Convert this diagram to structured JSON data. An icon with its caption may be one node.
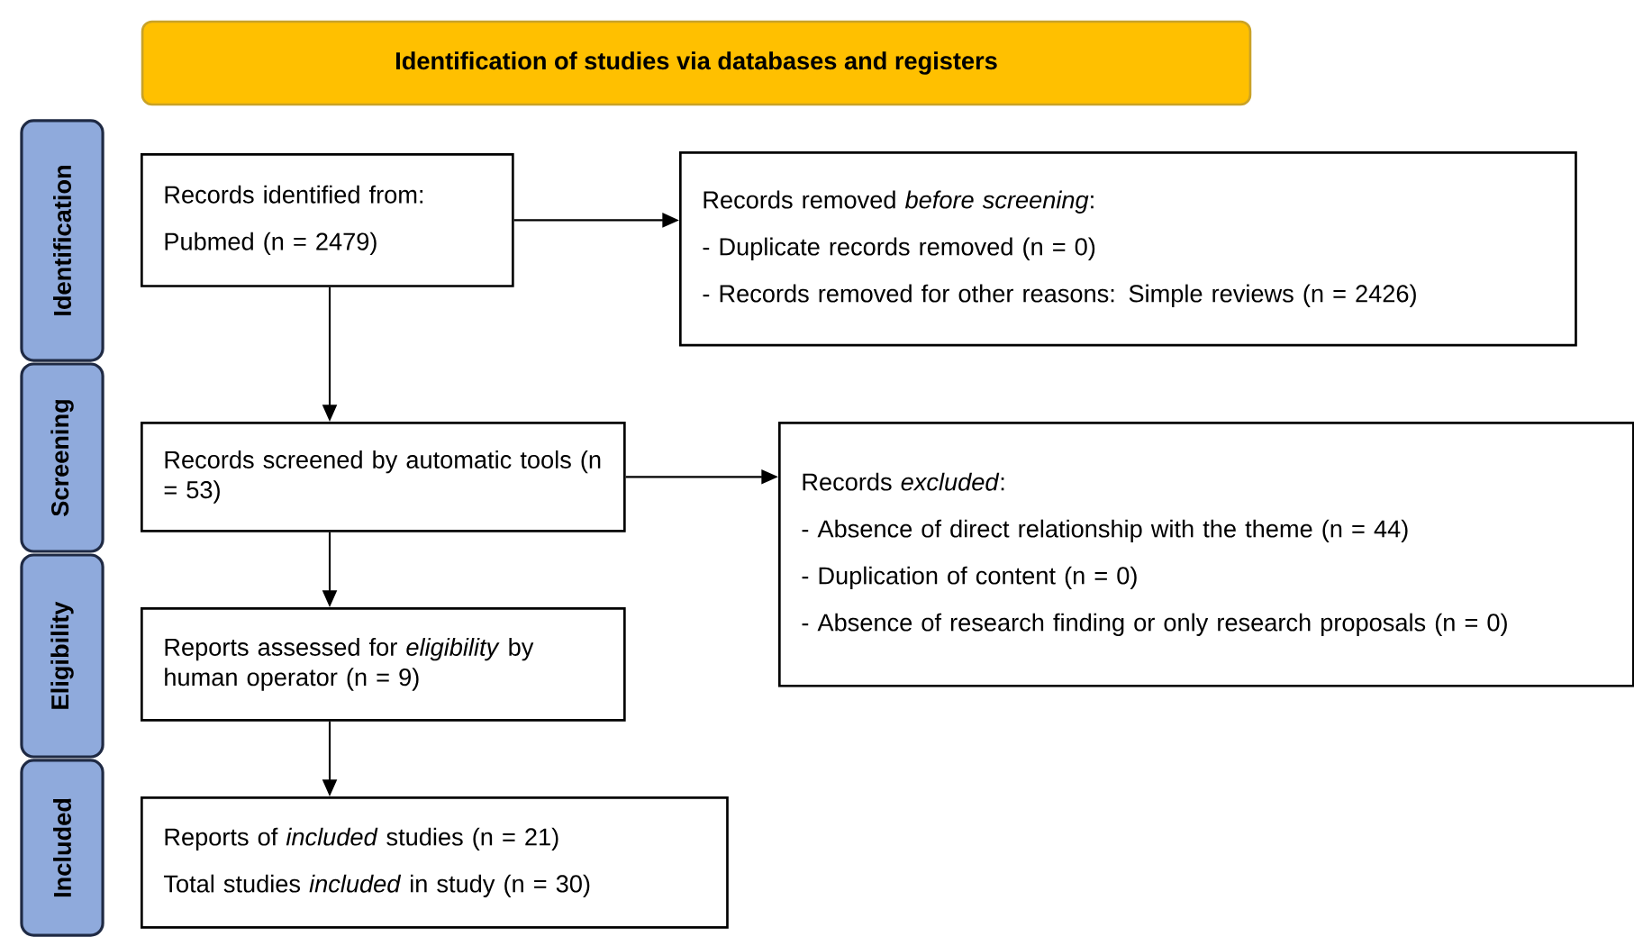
{
  "diagram": {
    "nodes": [
      {
        "text": [
          "Identification of studies via databases and registers"
        ]
      },
      {
        "text": [
          "Identification"
        ]
      },
      {
        "text": [
          "Screening"
        ]
      },
      {
        "text": [
          "Eligibility"
        ]
      },
      {
        "text": [
          "Included"
        ]
      },
      {
        "text": [
          "Records identified from:",
          "Pubmed (n = 2479)"
        ]
      },
      {
        "text": [
          "Records removed *before screening*:",
          "- Duplicate records removed (n = 0)",
          "- Records removed for other reasons: Simple reviews (n = 2426)"
        ]
      },
      {
        "text": [
          "Records screened by automatic tools (n = 53)"
        ]
      },
      {
        "text": [
          "Records *excluded*:",
          "- Absence of direct relationship with the theme (n = 44)",
          "- Duplication of content (n = 0)",
          "- Absence of research finding or only research proposals (n = 0)"
        ]
      },
      {
        "text": [
          "Reports assessed for *eligibility* by human operator (n = 9)"
        ]
      },
      {
        "text": [
          "Reports of *included* studies (n = 21)",
          "Total studies *included* in study (n = 30)"
        ]
      }
    ],
    "edges": [
      {
        "from": 5,
        "to": 6,
        "arrow": "to"
      },
      {
        "from": 5,
        "to": 7,
        "arrow": "to"
      },
      {
        "from": 7,
        "to": 8,
        "arrow": "to"
      },
      {
        "from": 7,
        "to": 9,
        "arrow": "to"
      },
      {
        "from": 9,
        "to": 10,
        "arrow": "to"
      }
    ]
  }
}
